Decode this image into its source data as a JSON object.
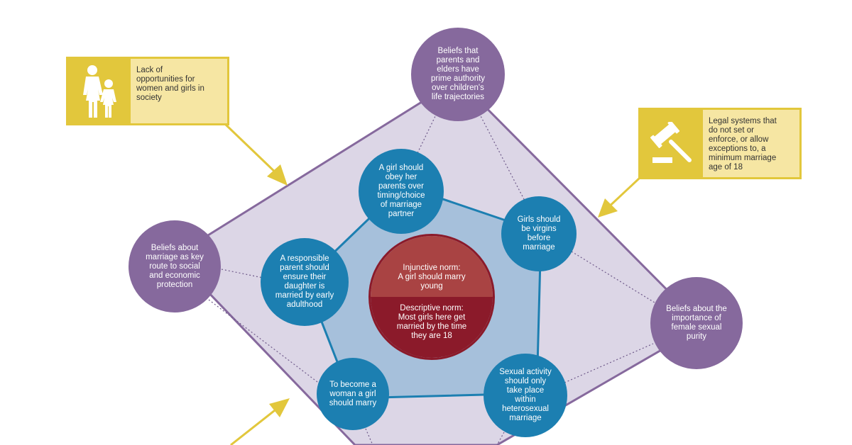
{
  "colors": {
    "outer_fill": "#dcd6e6",
    "outer_stroke": "#86699d",
    "inner_fill": "#a6c0db",
    "inner_stroke": "#1c7fb1",
    "purple_circle": "#86699d",
    "blue_circle": "#1c7fb1",
    "callout_accent": "#e2c73c",
    "callout_fill": "#f6e6a3",
    "center_top": "#a94343",
    "center_bottom": "#8b1a2a"
  },
  "callouts": {
    "opportunities": {
      "icon": "woman-and-girl-icon",
      "text": "Lack of\nopportunities for\nwomen and girls in\nsociety"
    },
    "legal": {
      "icon": "gavel-icon",
      "text": "Legal systems that\ndo not set or\nenforce, or allow\nexceptions to, a\nminimum marriage\nage of 18"
    }
  },
  "beliefs": {
    "authority": "Beliefs that\nparents and\nelders have\nprime authority\nover children's\nlife trajectories",
    "marriage_protection": "Beliefs about\nmarriage as key\nroute to social\nand economic\nprotection",
    "sexual_purity": "Beliefs about the\nimportance of\nfemale sexual\npurity"
  },
  "norms": {
    "obey_parents": "A girl should\nobey her\nparents over\ntiming/choice\nof marriage\npartner",
    "virgins": "Girls should\nbe virgins\nbefore\nmarriage",
    "responsible_parent": "A responsible\nparent should\nensure their\ndaughter is\nmarried by early\nadulthood",
    "become_woman": "To become a\nwoman a girl\nshould marry",
    "sexual_activity": "Sexual activity\nshould only\ntake place\nwithin\nheterosexual\nmarriage"
  },
  "center": {
    "injunctive": "Injunctive norm:\nA  girl should marry\nyoung",
    "descriptive": "Descriptive norm:\nMost girls here get\nmarried by the time\nthey are 18"
  }
}
